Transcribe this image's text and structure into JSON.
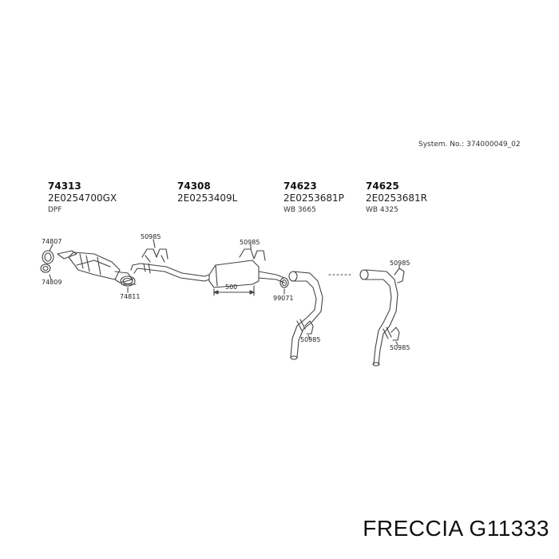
{
  "system_no": "System. No.: 374000049_02",
  "columns": [
    {
      "part": "74313",
      "code": "2E0254700GX",
      "note": "DPF"
    },
    {
      "part": "74308",
      "code": "2E0253409L",
      "note": ""
    },
    {
      "part": "74623",
      "code": "2E0253681P",
      "note": "WB 3665"
    },
    {
      "part": "74625",
      "code": "2E0253681R",
      "note": "WB 4325"
    }
  ],
  "callouts": {
    "c74807": "74807",
    "c74809": "74809",
    "c74811": "74811",
    "c50985a": "50985",
    "c50985b": "50985",
    "c99071": "99071",
    "c50985c": "50985",
    "c50985d": "50985",
    "c50985e": "50985",
    "dim500": "500"
  },
  "brand": "FRECCIA G11333"
}
